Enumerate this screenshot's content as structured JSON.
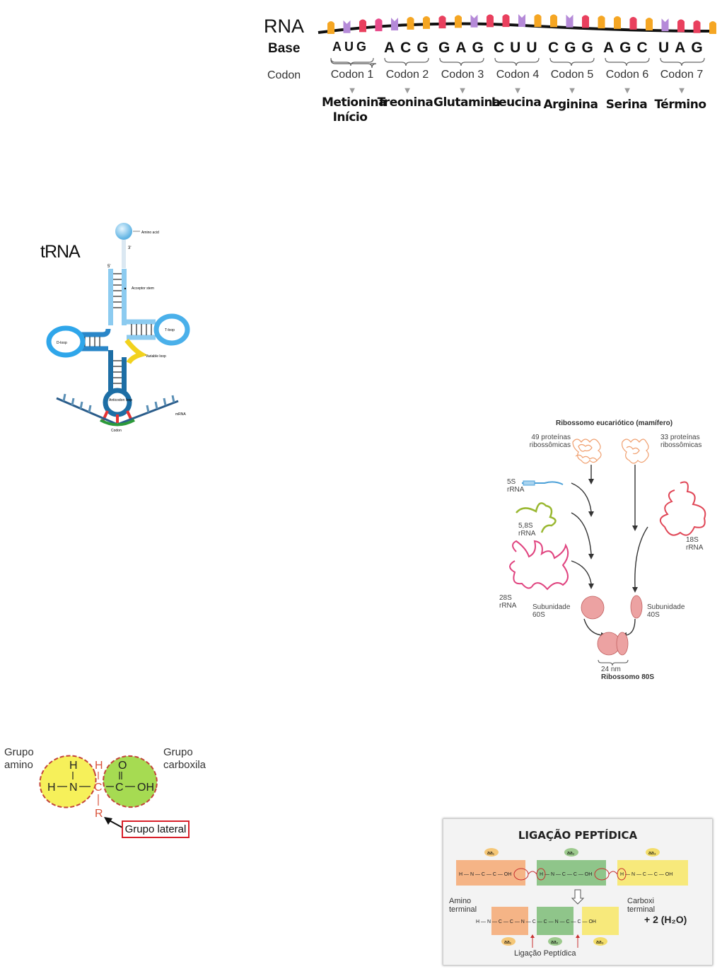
{
  "codon_panel": {
    "rna_label": "RNA",
    "base_label": "Base",
    "codon_label": "Codon",
    "bases": [
      "AUG",
      "ACG",
      "GAG",
      "CUU",
      "CGG",
      "AGC",
      "UAG"
    ],
    "codons": [
      "Codon 1",
      "Codon 2",
      "Codon 3",
      "Codon 4",
      "Codon 5",
      "Codon 6",
      "Codon 7"
    ],
    "amino_acids": [
      "Metionina",
      "Treonina",
      "Glutamina",
      "Leucina",
      "Arginina",
      "Serina",
      "Término"
    ],
    "start_label": "Início",
    "colors": {
      "orange": "#f5a623",
      "purple": "#b58ad8",
      "red": "#e9405e",
      "pink": "#e84a8a"
    }
  },
  "trna_panel": {
    "title": "tRNA",
    "labels": {
      "amino_acid": "Amino acid",
      "three_prime": "3'",
      "five_prime": "5'",
      "acceptor": "Acceptor stem",
      "t_loop": "T-loop",
      "d_loop": "D-loop",
      "variable": "Variable loop",
      "anticodon": "Anticodon loop",
      "codon": "Codon",
      "mrna": "mRNA"
    }
  },
  "ribosome_panel": {
    "title": "Ribossomo eucariótico (mamífero)",
    "proteins_large": "49 proteínas ribossômicas",
    "proteins_small": "33 proteínas ribossômicas",
    "rrna_5s": "5S rRNA",
    "rrna_58s": "5,8S rRNA",
    "rrna_28s": "28S rRNA",
    "rrna_18s": "18S rRNA",
    "sub_60s": "Subunidade 60S",
    "sub_40s": "Subunidade 40S",
    "size": "24 nm",
    "ribosome_80s": "Ribossomo 80S"
  },
  "amino_panel": {
    "group_amino": "Grupo amino",
    "group_carboxyl": "Grupo carboxila",
    "group_side": "Grupo lateral"
  },
  "peptide_panel": {
    "title": "LIGAÇÃO PEPTÍDICA",
    "aa1": "aa₁",
    "aa2": "aa₂",
    "aa3": "aa₃",
    "amino_terminal": "Amino terminal",
    "carboxy_terminal": "Carboxi terminal",
    "water": "+ 2 (H₂O)",
    "bond_label": "Ligação Peptídica"
  }
}
